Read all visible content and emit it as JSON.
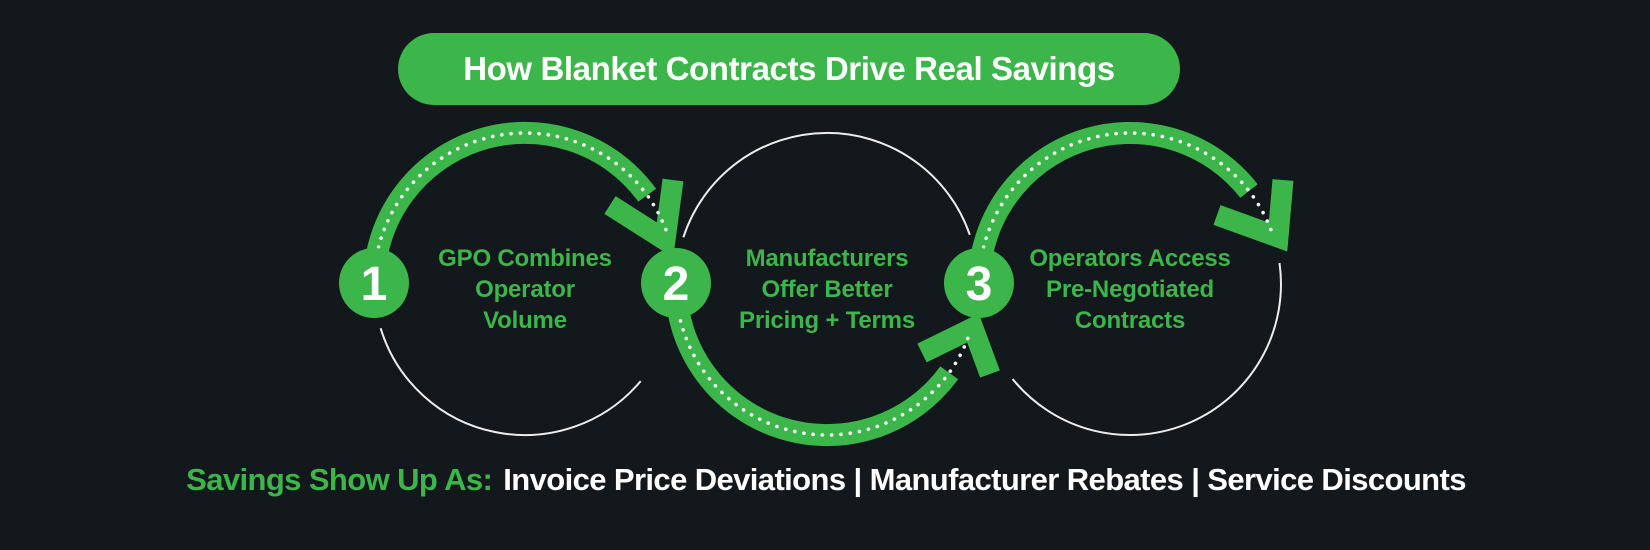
{
  "header": {
    "title": "How Blanket Contracts Drive Real Savings"
  },
  "steps": [
    {
      "number": "1",
      "lines": [
        "GPO Combines",
        "Operator",
        "Volume"
      ]
    },
    {
      "number": "2",
      "lines": [
        "Manufacturers",
        "Offer Better",
        "Pricing + Terms"
      ]
    },
    {
      "number": "3",
      "lines": [
        "Operators Access",
        "Pre-Negotiated",
        "Contracts"
      ]
    }
  ],
  "caption": {
    "prefix": "Savings Show Up As:",
    "items": [
      "Invoice Price Deviations",
      "Manufacturer Rebates",
      "Service Discounts"
    ],
    "separator": " | "
  },
  "colors": {
    "background": "#12181b",
    "accent": "#3cb54a",
    "text_light": "#ffffff"
  }
}
